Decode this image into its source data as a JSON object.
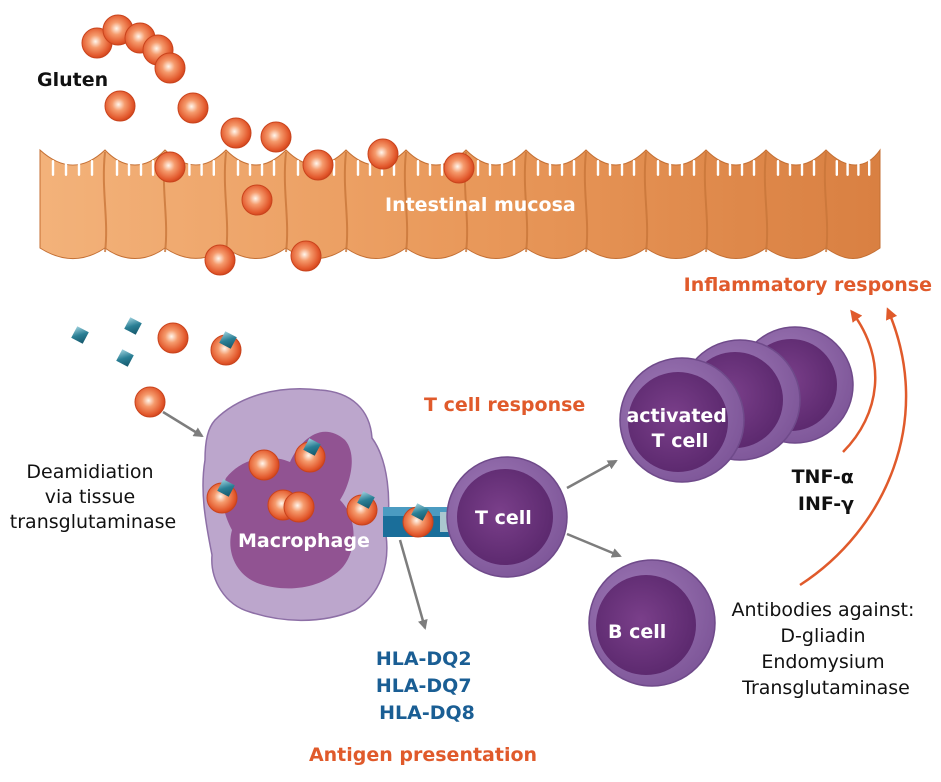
{
  "labels": {
    "gluten": "Gluten",
    "intestinal_mucosa": "Intestinal mucosa",
    "inflammatory_response": "Inflammatory response",
    "t_cell_response": "T cell response",
    "deamidiation": [
      "Deamidiation",
      "via tissue",
      "transglutaminase"
    ],
    "macrophage": "Macrophage",
    "t_cell": "T cell",
    "activated_t_cell": [
      "activated",
      "T cell"
    ],
    "b_cell": "B cell",
    "cytokines": [
      "TNF-α",
      "INF-γ"
    ],
    "antibodies": [
      "Antibodies against:",
      "D-gliadin",
      "Endomysium",
      "Transglutaminase"
    ],
    "hla": [
      "HLA-DQ2",
      "HLA-DQ7",
      "HLA-DQ8"
    ],
    "antigen_presentation": "Antigen presentation"
  },
  "colors": {
    "label_orange": "#e05a2b",
    "label_blue": "#1a5e94",
    "mucosa": "#e89a5c",
    "gluten_particle": "#e2572b",
    "macrophage": "#b79fc6",
    "t_cell": "#6b3f85",
    "receptor": "#1a6e9a",
    "transglutaminase": "#2a7f95"
  }
}
